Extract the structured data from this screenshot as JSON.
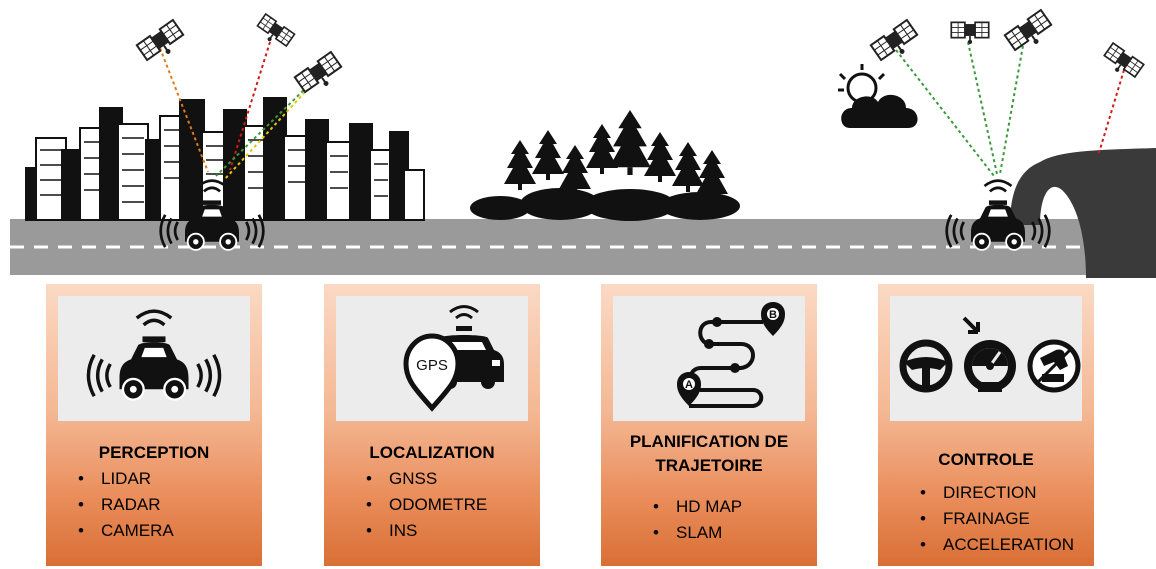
{
  "cards": [
    {
      "title": "PERCEPTION",
      "items": [
        "LIDAR",
        "RADAR",
        "CAMERA"
      ]
    },
    {
      "title": "LOCALIZATION",
      "items": [
        "GNSS",
        "ODOMETRE",
        "INS"
      ]
    },
    {
      "title_line1": "PLANIFICATION DE",
      "title_line2": "TRAJETOIRE",
      "items": [
        "HD MAP",
        "SLAM"
      ]
    },
    {
      "title": "CONTROLE",
      "items": [
        "DIRECTION",
        "FRAINAGE",
        "ACCELERATION"
      ]
    }
  ],
  "icons": {
    "gps_text": "GPS",
    "marker_a": "A",
    "marker_b": "B"
  },
  "colors": {
    "road": "#9a9a9a",
    "card_top": "#fbd9c4",
    "card_bottom": "#d96f35",
    "link_red": "#d11919",
    "link_green": "#3a9a3a",
    "link_orange": "#e07a1f",
    "link_yellow": "#e5c400"
  }
}
